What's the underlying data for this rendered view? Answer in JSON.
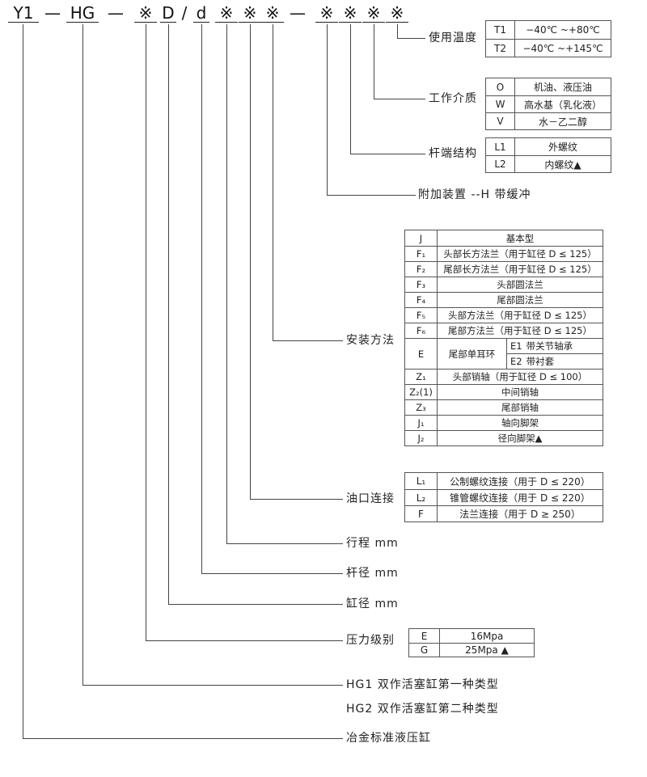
{
  "code": {
    "parts": [
      "Y1",
      "—",
      "HG",
      "—",
      "※",
      "D",
      "/",
      "d",
      "※",
      "※",
      "※",
      "—",
      "※",
      "※",
      "※",
      "※"
    ]
  },
  "labels": {
    "temperature": "使用温度",
    "medium": "工作介质",
    "rod_end": "杆端结构",
    "attachment": "附加装置 --H 带缓冲",
    "mounting": "安装方法",
    "oil_port": "油口连接",
    "stroke": "行程 mm",
    "rod_diameter": "杆径 mm",
    "bore": "缸径 mm",
    "pressure": "压力级别",
    "type1": "HG1 双作活塞缸第一种类型",
    "type2": "HG2 双作活塞缸第二种类型",
    "base": "冶金标准液压缸"
  },
  "tables": {
    "temperature": {
      "rows": [
        {
          "code": "T1",
          "desc": "−40℃ ~+80℃"
        },
        {
          "code": "T2",
          "desc": "−40℃ ~+145℃"
        }
      ]
    },
    "medium": {
      "rows": [
        {
          "code": "O",
          "desc": "机油、液压油"
        },
        {
          "code": "W",
          "desc": "高水基（乳化液）"
        },
        {
          "code": "V",
          "desc": "水－乙二醇"
        }
      ]
    },
    "rod_end": {
      "rows": [
        {
          "code": "L1",
          "desc": "外螺纹"
        },
        {
          "code": "L2",
          "desc": "内螺纹▲"
        }
      ]
    },
    "mounting": {
      "rows": [
        {
          "code": "J",
          "desc": "基本型"
        },
        {
          "code": "F₁",
          "desc": "头部长方法兰（用于缸径 D ≤ 125）"
        },
        {
          "code": "F₂",
          "desc": "尾部长方法兰（用于缸径 D ≤ 125）"
        },
        {
          "code": "F₃",
          "desc": "头部圆法兰"
        },
        {
          "code": "F₄",
          "desc": "尾部圆法兰"
        },
        {
          "code": "F₅",
          "desc": "头部方法兰（用于缸径 D ≤ 125）"
        },
        {
          "code": "F₆",
          "desc": "尾部方法兰（用于缸径 D ≤ 125）"
        },
        {
          "code": "E",
          "desc": "尾部单耳环",
          "sub": [
            {
              "code": "E1",
              "desc": "带关节轴承"
            },
            {
              "code": "E2",
              "desc": "带衬套"
            }
          ]
        },
        {
          "code": "Z₁",
          "desc": "头部销轴（用于缸径 D ≤ 100）"
        },
        {
          "code": "Z₂(1)",
          "desc": "中间销轴"
        },
        {
          "code": "Z₃",
          "desc": "尾部销轴"
        },
        {
          "code": "J₁",
          "desc": "轴向脚架"
        },
        {
          "code": "J₂",
          "desc": "径向脚架▲"
        }
      ]
    },
    "oil_port": {
      "rows": [
        {
          "code": "L₁",
          "desc": "公制螺纹连接（用于 D ≤ 220）"
        },
        {
          "code": "L₂",
          "desc": "锥管螺纹连接（用于 D ≤ 220）"
        },
        {
          "code": "F",
          "desc": "法兰连接（用于 D ≥ 250）"
        }
      ]
    },
    "pressure": {
      "rows": [
        {
          "code": "E",
          "desc": "16Mpa"
        },
        {
          "code": "G",
          "desc": "25Mpa ▲"
        }
      ]
    }
  }
}
